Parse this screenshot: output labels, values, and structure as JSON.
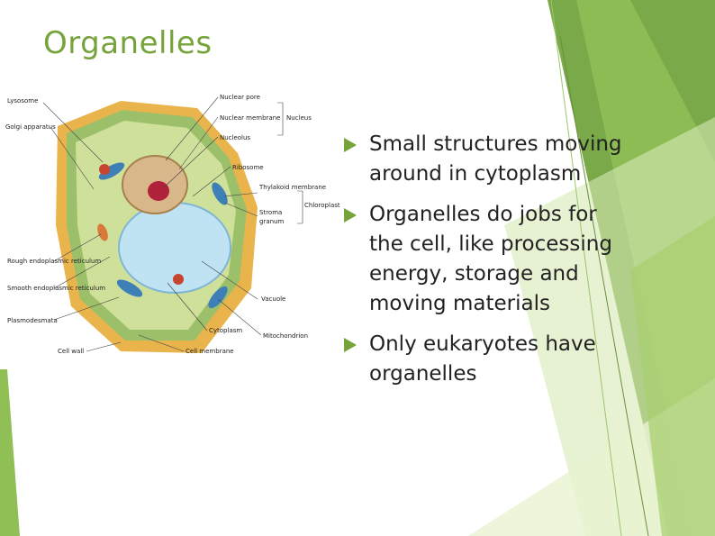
{
  "title": "Organelles",
  "bullets": [
    "Small structures moving around in cytoplasm",
    "Organelles do jobs for the cell, like processing energy, storage and moving materials",
    "Only eukaryotes have organelles"
  ],
  "figure_labels": {
    "lysosome": "Lysosome",
    "golgi": "Golgi apparatus",
    "nuclear_pore": "Nuclear pore",
    "nuclear_membrane": "Nuclear membrane",
    "nucleus": "Nucleus",
    "nucleolus": "Nucleolus",
    "ribosome": "Ribosome",
    "thylakoid": "Thylakoid membrane",
    "stroma": "Stroma",
    "granum": "granum",
    "chloroplast": "Chloroplast",
    "rough_er": "Rough endoplasmic reticulum",
    "smooth_er": "Smooth endoplasmic reticulum",
    "vacuole": "Vacuole",
    "plasmodesmata": "Plasmodesmata",
    "cytoplasm": "Cytoplasm",
    "mitochondrion": "Mitochondrion",
    "cell_wall": "Cell wall",
    "cell_membrane": "Cell membrane"
  },
  "colors": {
    "title": "#76a33b",
    "bullet_arrow": "#76a33b",
    "accent_dark": "#6e9b3a",
    "accent_light": "#c9e29f"
  },
  "icons": [
    "bullet-arrow-icon"
  ]
}
